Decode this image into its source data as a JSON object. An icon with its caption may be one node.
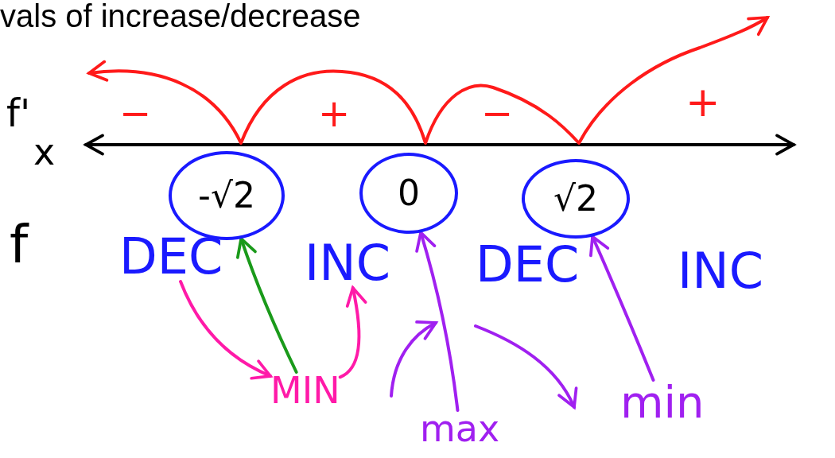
{
  "diagram": {
    "title": "vals of increase/decrease",
    "nodes": [
      {
        "text": [
          "-√2"
        ]
      },
      {
        "text": [
          "0"
        ]
      },
      {
        "text": [
          "√2"
        ]
      },
      {
        "text": [
          "DEC"
        ]
      },
      {
        "text": [
          "INC"
        ]
      },
      {
        "text": [
          "DEC"
        ]
      },
      {
        "text": [
          "INC"
        ]
      },
      {
        "text": [
          "MIN"
        ]
      },
      {
        "text": [
          "max"
        ]
      },
      {
        "text": [
          "min"
        ]
      }
    ],
    "edges": [
      {
        "from": 3,
        "to": 7,
        "arrow": "to",
        "color": "#ff1aa8"
      },
      {
        "from": 7,
        "to": 4,
        "arrow": "to",
        "color": "#ff1aa8"
      },
      {
        "from": 7,
        "to": 0,
        "arrow": "to",
        "color": "#1a9a1a"
      },
      {
        "from": 8,
        "to": 1,
        "arrow": "to",
        "color": "#a020f0"
      },
      {
        "from": 9,
        "to": 2,
        "arrow": "to",
        "color": "#a020f0"
      }
    ],
    "labels": [
      "f'",
      "−",
      "+",
      "−",
      "+",
      "x",
      "f"
    ]
  }
}
